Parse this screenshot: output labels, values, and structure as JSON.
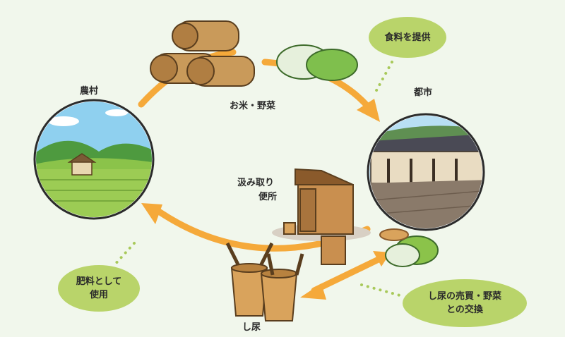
{
  "labels": {
    "farm_village": "農村",
    "city": "都市",
    "rice_vegetables": "お米・野菜",
    "toilet_line1": "汲み取り",
    "toilet_line2": "便所",
    "night_soil": "し尿"
  },
  "bubbles": {
    "provide_food": "食料を提供",
    "fertilizer_line1": "肥料として",
    "fertilizer_line2": "使用",
    "trade_line1": "し尿の売買・野菜",
    "trade_line2": "との交換"
  },
  "colors": {
    "background": "#f1f7ec",
    "arrow": "#f5a93a",
    "bubble": "#b9d46a",
    "dots": "#a8c95a",
    "wood": "#d9a35c",
    "wood_dark": "#8a5a2b"
  },
  "icons": [
    "rice-bale-icon",
    "napa-cabbage-icon",
    "bucket-icon",
    "outhouse-icon"
  ]
}
